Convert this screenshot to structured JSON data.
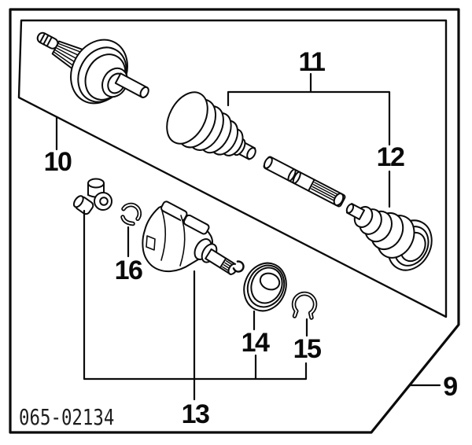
{
  "figure": {
    "catalog_number": "065-02134",
    "part_labels": {
      "p9": "9",
      "p10": "10",
      "p11": "11",
      "p12": "12",
      "p13": "13",
      "p14": "14",
      "p15": "15",
      "p16": "16"
    }
  }
}
